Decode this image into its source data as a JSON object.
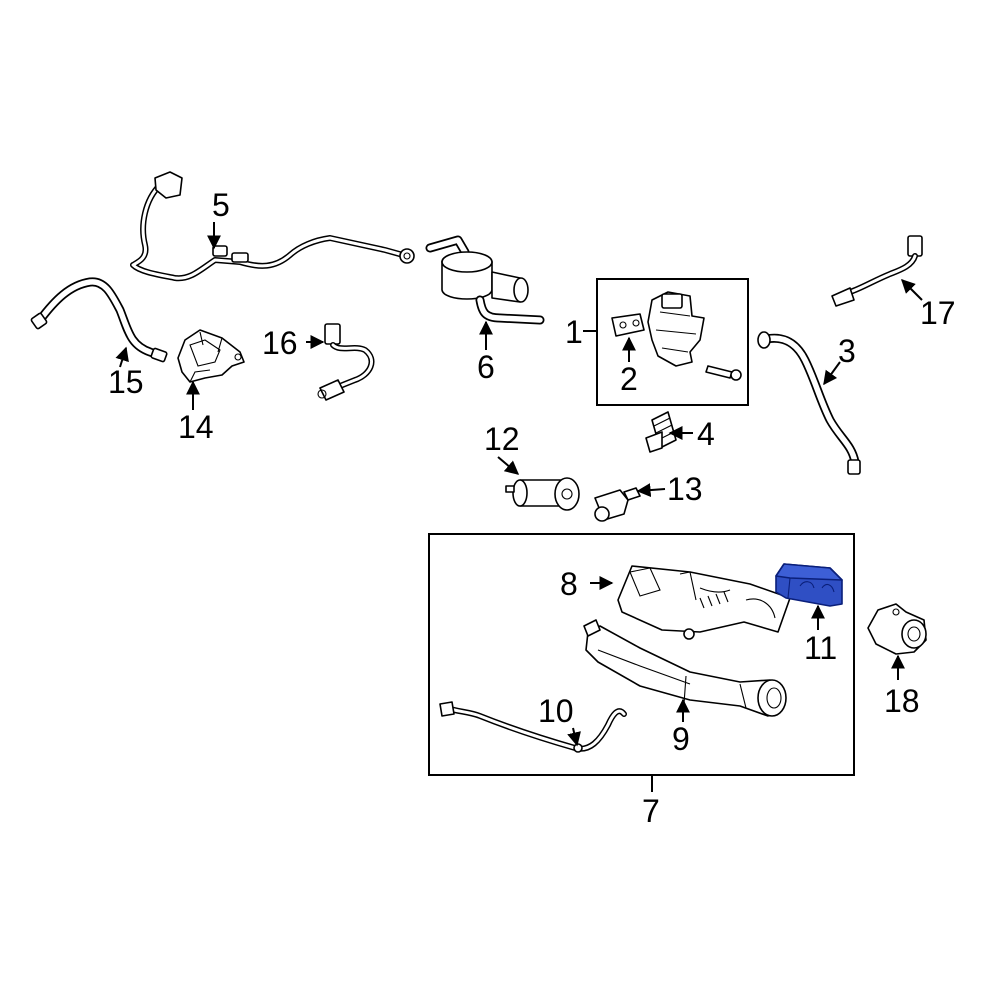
{
  "callouts": {
    "c1": "1",
    "c2": "2",
    "c3": "3",
    "c4": "4",
    "c5": "5",
    "c6": "6",
    "c7": "7",
    "c8": "8",
    "c9": "9",
    "c10": "10",
    "c11": "11",
    "c12": "12",
    "c13": "13",
    "c14": "14",
    "c15": "15",
    "c16": "16",
    "c17": "17",
    "c18": "18"
  },
  "highlighted_part": "11",
  "colors": {
    "highlight_fill": "#2f4fc4",
    "highlight_stroke": "#0a1f7a",
    "line": "#000000",
    "background": "#ffffff"
  }
}
